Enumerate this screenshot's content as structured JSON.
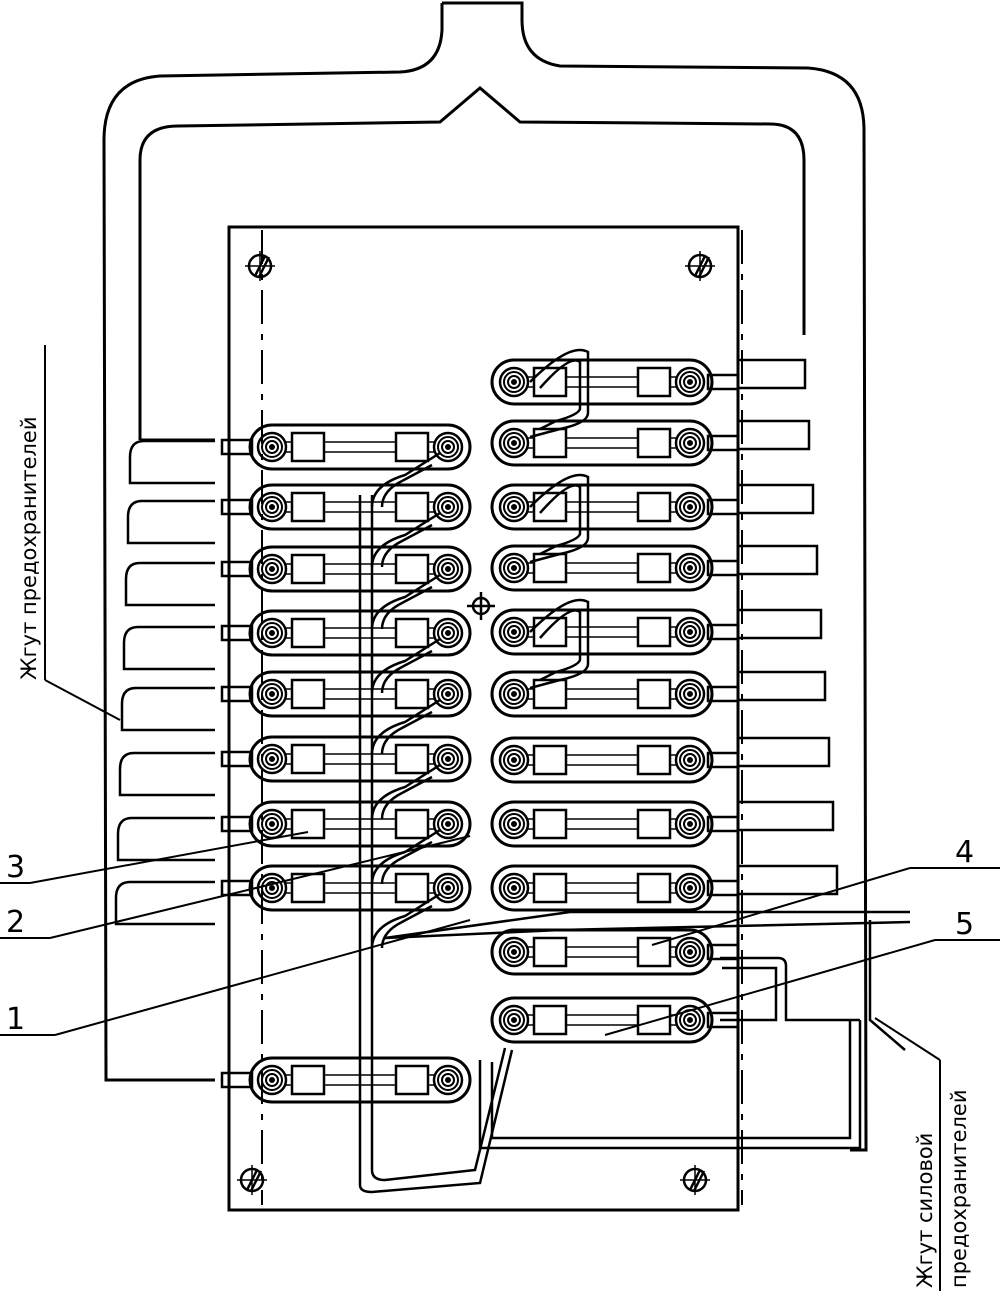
{
  "labels": {
    "callout_1": "1",
    "callout_2": "2",
    "callout_3": "3",
    "callout_4": "4",
    "callout_5": "5",
    "harness_fuses": "Жгут предохранителей",
    "harness_power_line1": "Жгут силовой",
    "harness_power_line2": "предохранителей"
  },
  "layout": {
    "left_fuse_count": 9,
    "right_fuse_count": 11,
    "bottom_left_fuse_count": 1,
    "mounting_screws": 4
  },
  "colors": {
    "line": "#000000",
    "background": "#ffffff"
  }
}
